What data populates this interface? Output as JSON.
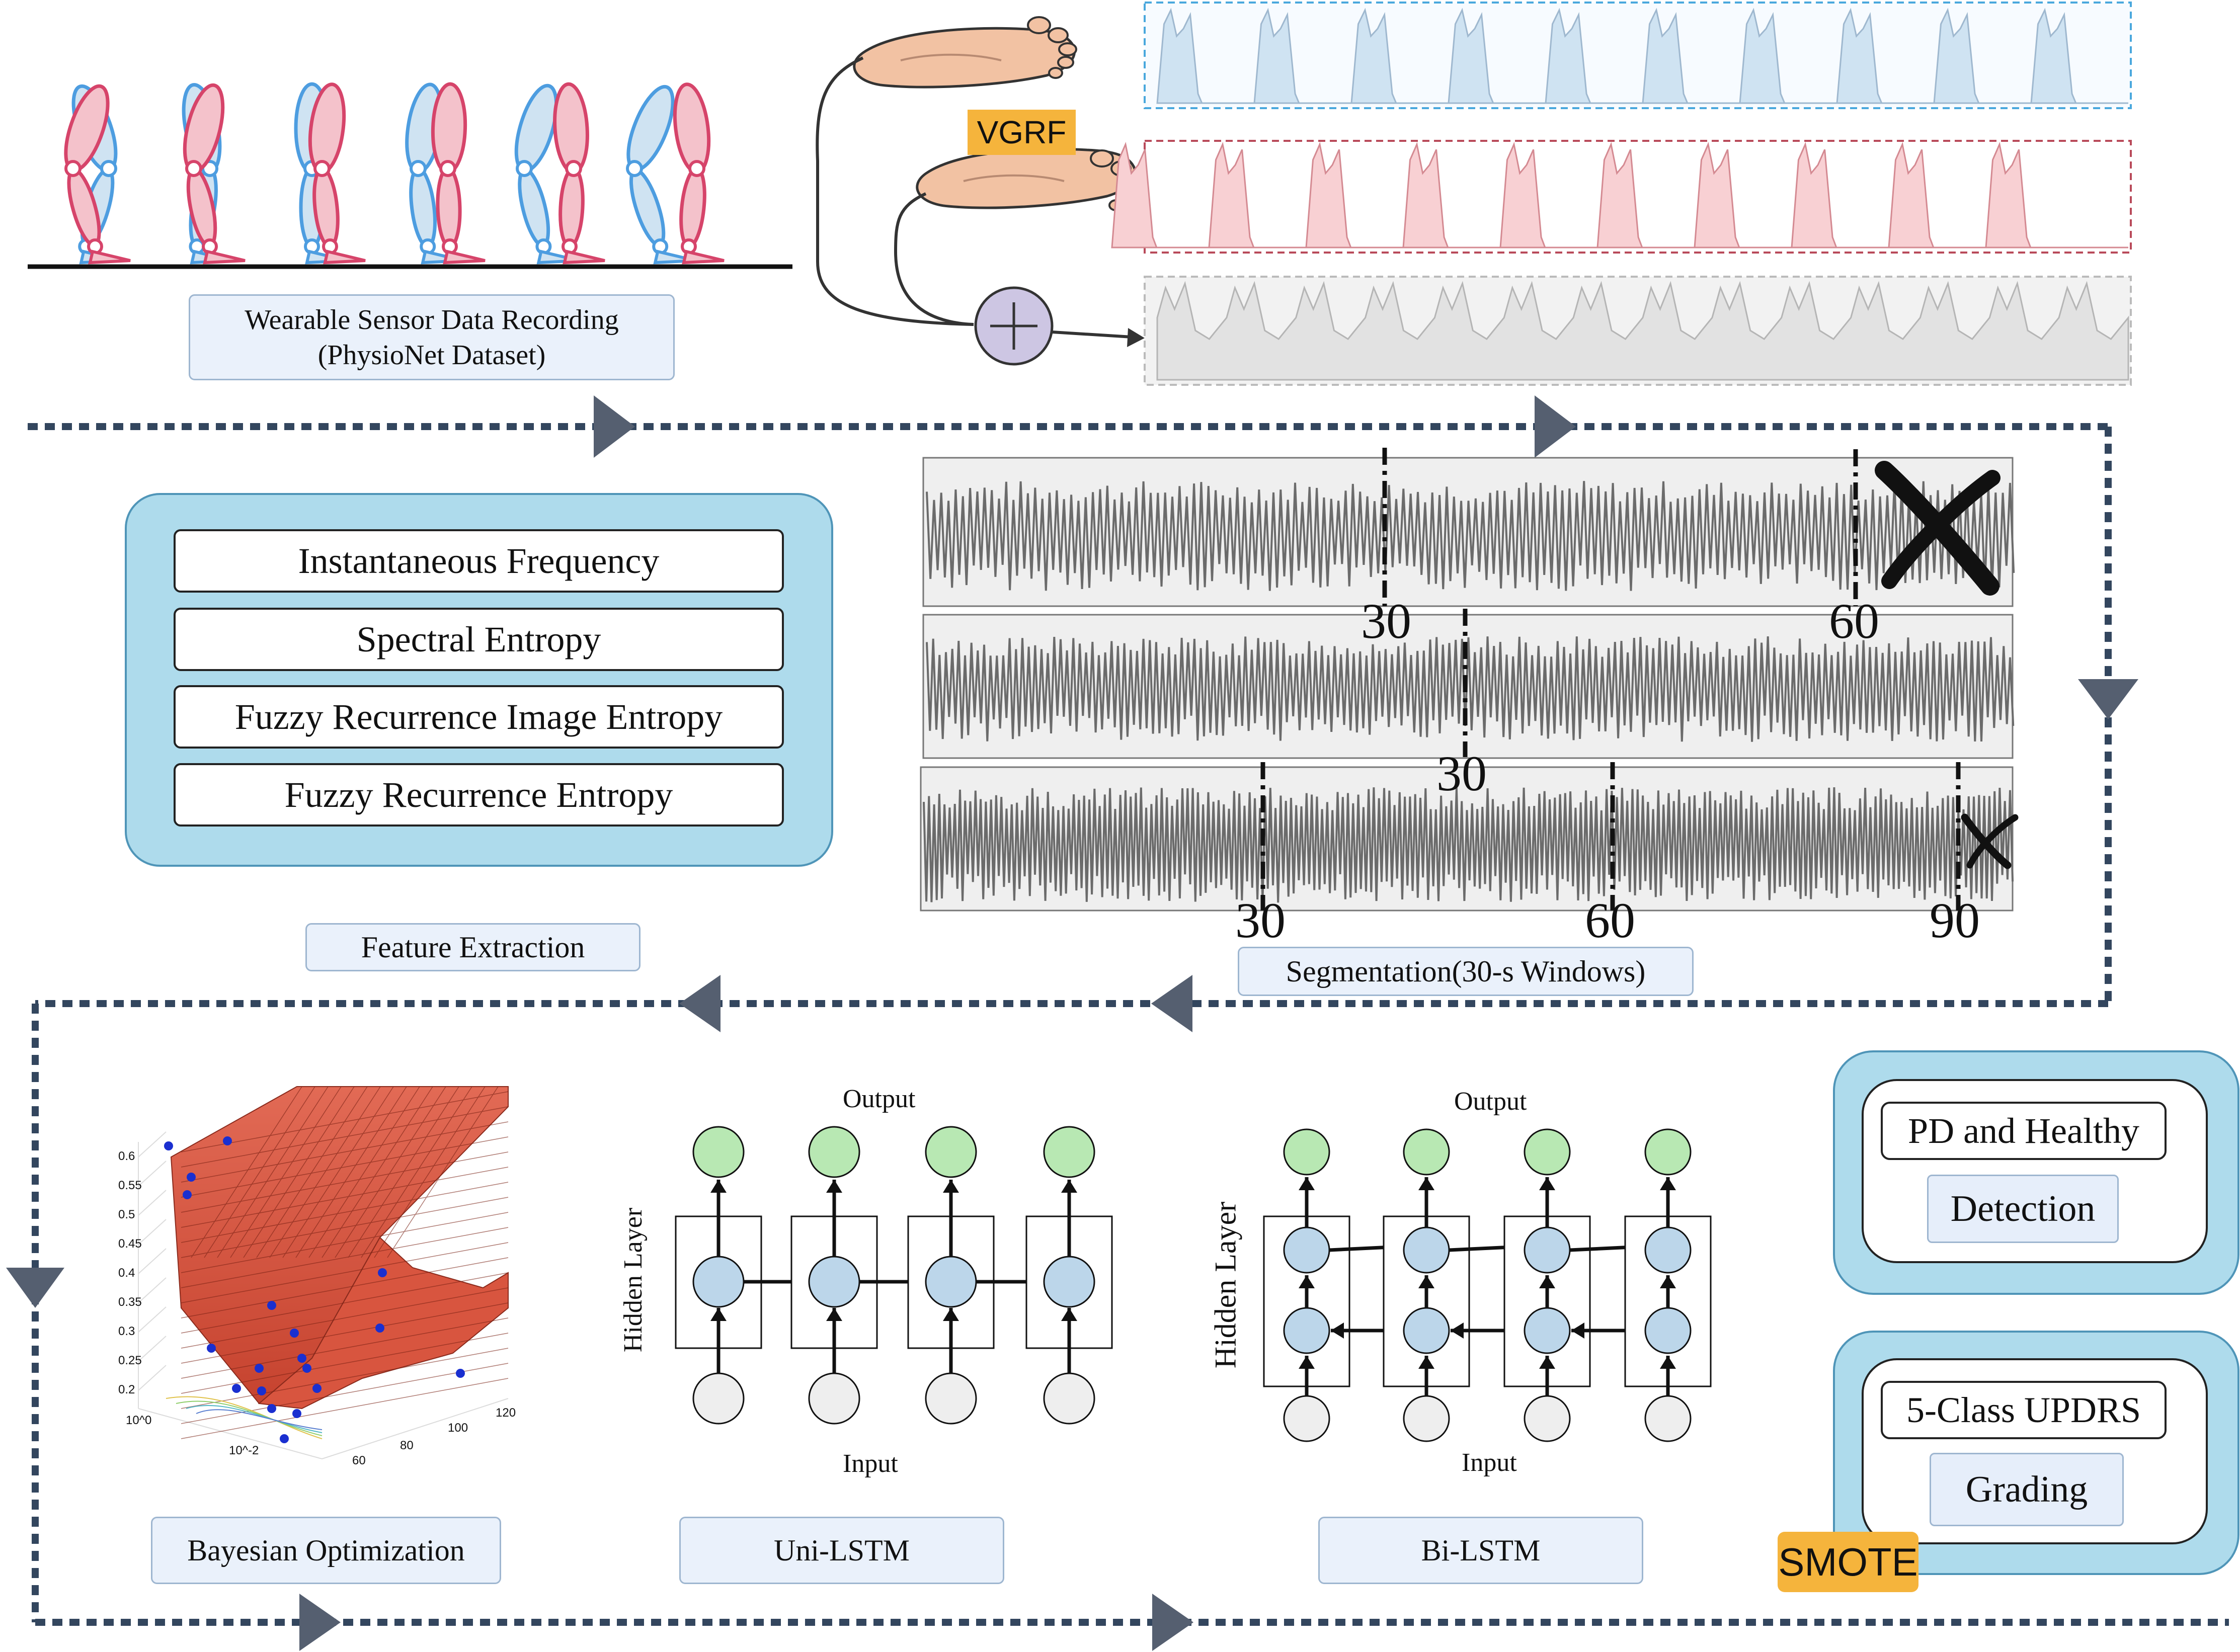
{
  "stages": {
    "recording": "Wearable Sensor Data Recording\n(PhysioNet Dataset)",
    "features_title": "Feature Extraction",
    "segmentation": "Segmentation(30-s Windows)",
    "bayes": "Bayesian Optimization",
    "uni": "Uni-LSTM",
    "bi": "Bi-LSTM"
  },
  "vgrf_tag": "VGRF",
  "features": [
    "Instantaneous Frequency",
    "Spectral Entropy",
    "Fuzzy Recurrence Image Entropy",
    "Fuzzy Recurrence Entropy"
  ],
  "segment_marks": {
    "row1": [
      "30",
      "60"
    ],
    "row2": [
      "30"
    ],
    "row3": [
      "30",
      "60",
      "90"
    ]
  },
  "lstm_labels": {
    "output": "Output",
    "input": "Input",
    "hidden": "Hidden Layer"
  },
  "outputs": {
    "detect_title": "PD and Healthy",
    "detect_sub": "Detection",
    "grade_title": "5-Class UPDRS",
    "grade_sub": "Grading",
    "smote": "SMOTE"
  },
  "bayes_axes": {
    "z_ticks": [
      "0.6",
      "0.55",
      "0.5",
      "0.45",
      "0.4",
      "0.35",
      "0.3",
      "0.25",
      "0.2"
    ],
    "x_ticks": [
      "60",
      "80",
      "100",
      "120"
    ],
    "y_ticks": [
      "10^0",
      "10^-2"
    ]
  },
  "colors": {
    "skeleton_blue": "#4d9de0",
    "skeleton_red": "#d6446a",
    "signal_blue": "#cfe3f2",
    "signal_red": "#f8d0d3",
    "signal_gray": "#e6e6e6",
    "arrow": "#555f70",
    "panel_blue": "#aedbec",
    "tag_orange": "#f5b43c"
  }
}
